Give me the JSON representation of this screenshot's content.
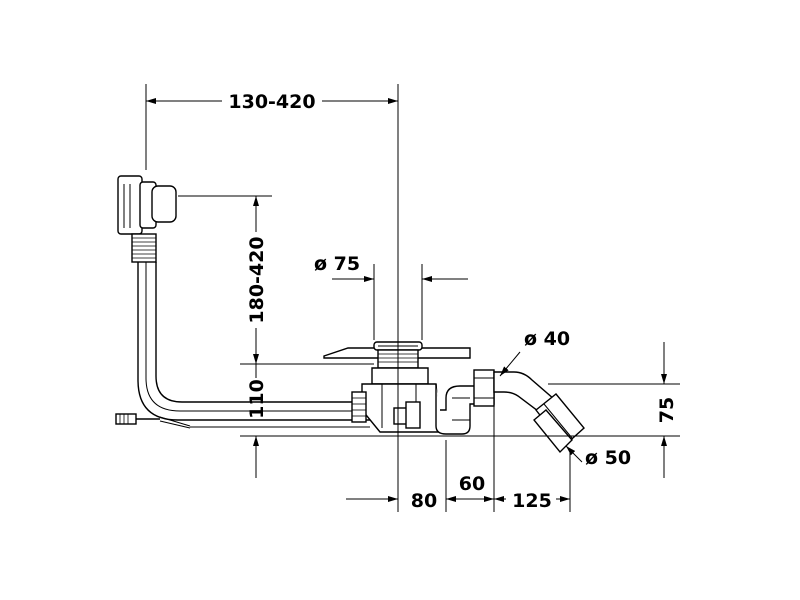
{
  "dimensions": {
    "overflow_reach": "130-420",
    "overflow_height": "180-420",
    "drain_diameter": "ø 75",
    "pipe_diameter": "ø 40",
    "outlet_diameter": "ø 50",
    "height_110": "110",
    "height_75": "75",
    "length_80": "80",
    "length_60": "60",
    "length_125": "125"
  }
}
